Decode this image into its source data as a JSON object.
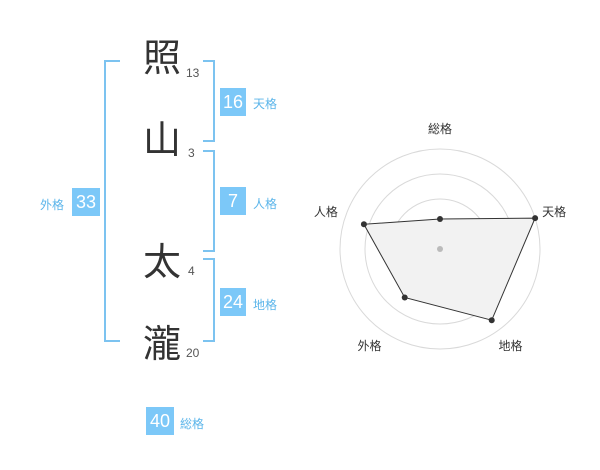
{
  "name": [
    {
      "char": "照",
      "strokes": "13"
    },
    {
      "char": "山",
      "strokes": "3"
    },
    {
      "char": "太",
      "strokes": "4"
    },
    {
      "char": "瀧",
      "strokes": "20"
    }
  ],
  "fortunes": {
    "tenkaku": {
      "value": "16",
      "label": "天格"
    },
    "jinkaku": {
      "value": "7",
      "label": "人格"
    },
    "chikaku": {
      "value": "24",
      "label": "地格"
    },
    "gaikaku": {
      "value": "33",
      "label": "外格"
    },
    "soukaku": {
      "value": "40",
      "label": "総格"
    }
  },
  "colors": {
    "accent": "#7cc8f8",
    "bracket": "#7cc3f0"
  },
  "chart_data": {
    "type": "radar",
    "axes": [
      "総格",
      "天格",
      "地格",
      "外格",
      "人格"
    ],
    "values": [
      0.3,
      1.0,
      0.88,
      0.6,
      0.8
    ],
    "rings": 4
  }
}
